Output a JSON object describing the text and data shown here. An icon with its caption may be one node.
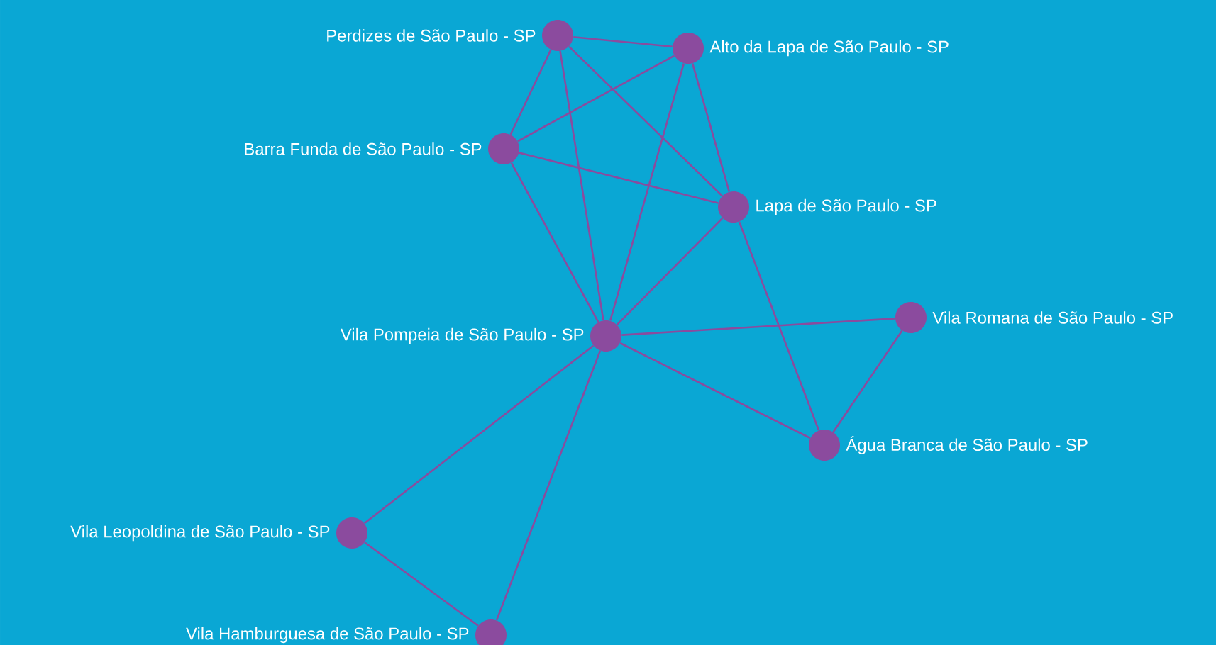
{
  "diagram": {
    "nodes": [
      {
        "text": [],
        "shape": "circle",
        "beside": [
          "Perdizes de São Paulo - SP"
        ]
      },
      {
        "text": [],
        "shape": "circle",
        "beside": [
          "Alto da Lapa de São Paulo - SP"
        ]
      },
      {
        "text": [],
        "shape": "circle",
        "beside": [
          "Barra Funda de São Paulo - SP"
        ]
      },
      {
        "text": [],
        "shape": "circle",
        "beside": [
          "Lapa de São Paulo - SP"
        ]
      },
      {
        "text": [],
        "shape": "circle",
        "beside": [
          "Vila Pompeia de São Paulo - SP"
        ]
      },
      {
        "text": [],
        "shape": "circle",
        "beside": [
          "Vila Romana de São Paulo - SP"
        ]
      },
      {
        "text": [],
        "shape": "circle",
        "beside": [
          "Água Branca de São Paulo - SP"
        ]
      },
      {
        "text": [],
        "shape": "circle",
        "beside": [
          "Vila Leopoldina de São Paulo - SP"
        ]
      },
      {
        "text": [],
        "shape": "circle",
        "beside": [
          "Vila Hamburguesa de São Paulo - SP"
        ]
      }
    ],
    "edges": [
      {
        "from": 0,
        "to": 1,
        "arrow": "none"
      },
      {
        "from": 0,
        "to": 2,
        "arrow": "none"
      },
      {
        "from": 0,
        "to": 3,
        "arrow": "none"
      },
      {
        "from": 0,
        "to": 4,
        "arrow": "none"
      },
      {
        "from": 1,
        "to": 2,
        "arrow": "none"
      },
      {
        "from": 1,
        "to": 3,
        "arrow": "none"
      },
      {
        "from": 1,
        "to": 4,
        "arrow": "none"
      },
      {
        "from": 2,
        "to": 3,
        "arrow": "none"
      },
      {
        "from": 2,
        "to": 4,
        "arrow": "none"
      },
      {
        "from": 3,
        "to": 4,
        "arrow": "none"
      },
      {
        "from": 3,
        "to": 6,
        "arrow": "none"
      },
      {
        "from": 4,
        "to": 5,
        "arrow": "none"
      },
      {
        "from": 4,
        "to": 6,
        "arrow": "none"
      },
      {
        "from": 5,
        "to": 6,
        "arrow": "none"
      },
      {
        "from": 4,
        "to": 7,
        "arrow": "none"
      },
      {
        "from": 4,
        "to": 8,
        "arrow": "none"
      },
      {
        "from": 7,
        "to": 8,
        "arrow": "none"
      }
    ]
  }
}
